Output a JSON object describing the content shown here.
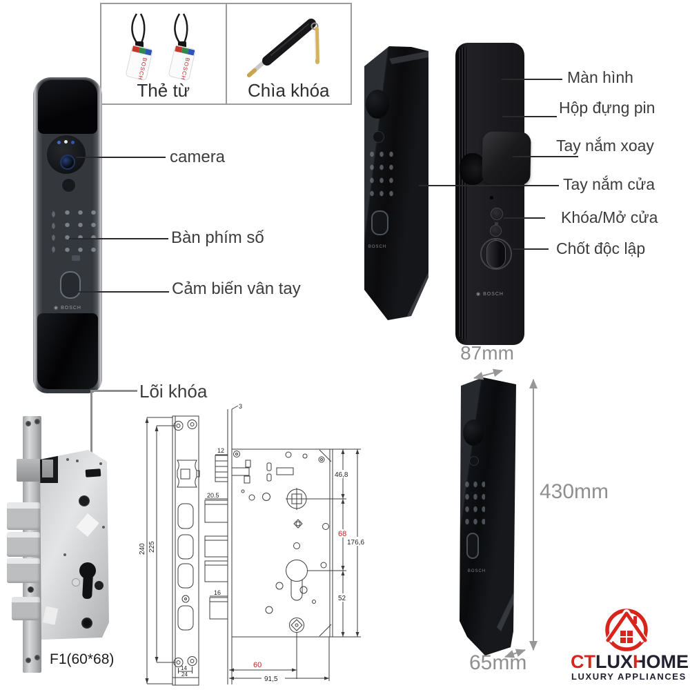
{
  "colors": {
    "brand_red": "#d8251c",
    "dim_red": "#c42020",
    "callout_dark": "#3c3c3e",
    "dim_gray": "#8f8f92",
    "logo_dark": "#232031"
  },
  "accessories": [
    {
      "label": "Thẻ từ"
    },
    {
      "label": "Chìa khóa"
    }
  ],
  "front_callouts": [
    {
      "label": "camera"
    },
    {
      "label": "Bàn phím số"
    },
    {
      "label": "Cảm biến vân tay"
    }
  ],
  "back_callouts": [
    {
      "label": "Màn hình"
    },
    {
      "label": "Hộp đựng pin"
    },
    {
      "label": "Tay nắm xoay"
    },
    {
      "label": "Tay nắm cửa"
    },
    {
      "label": "Khóa/Mở cửa"
    },
    {
      "label": "Chốt độc lập"
    }
  ],
  "lock_core_label": "Lõi khóa",
  "mortise_model": "F1(60*68)",
  "brand": "BOSCH",
  "overall_dimensions": {
    "width": "87mm",
    "height": "430mm",
    "depth": "65mm"
  },
  "faceplate_drawing": {
    "overall_height": "240",
    "screw_spacing": "225",
    "screw_gap": "14",
    "plate_width": "24"
  },
  "body_drawing": {
    "plate_thickness": "3",
    "latch_height": "12",
    "bolt_height": "20.5",
    "aux_bolt_height": "16",
    "top_to_spindle": "46,8",
    "spindle_to_cylinder": "68",
    "overall_height": "176,6",
    "cylinder_to_bottom": "52",
    "backset": "60",
    "body_width": "91,5"
  },
  "footer_logo": {
    "prefix": "CT",
    "name_a": "LUX",
    "name_b": "H",
    "name_c": "OME",
    "tagline": "LUXURY APPLIANCES"
  }
}
